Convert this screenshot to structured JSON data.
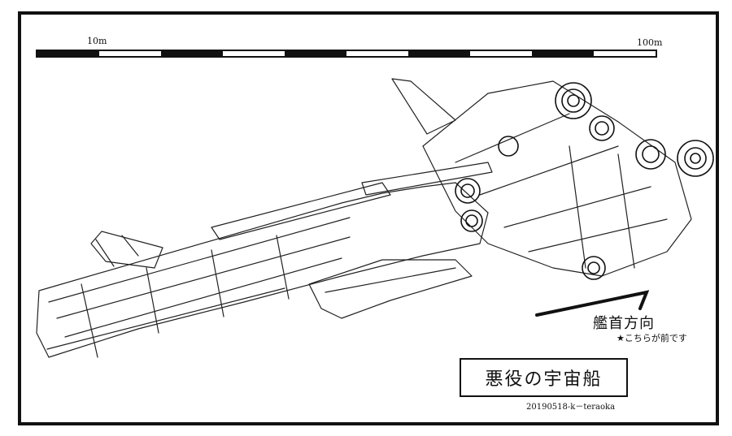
{
  "scale_bar": {
    "label_small": "10m",
    "label_large": "100m",
    "segments": [
      "b",
      "w",
      "b",
      "w",
      "b",
      "w",
      "b",
      "w",
      "b",
      "w"
    ]
  },
  "annotation": {
    "main": "艦首方向",
    "sub": "★こちらが前です"
  },
  "title": "悪役の宇宙船",
  "credit": "20190518-k－teraoka"
}
